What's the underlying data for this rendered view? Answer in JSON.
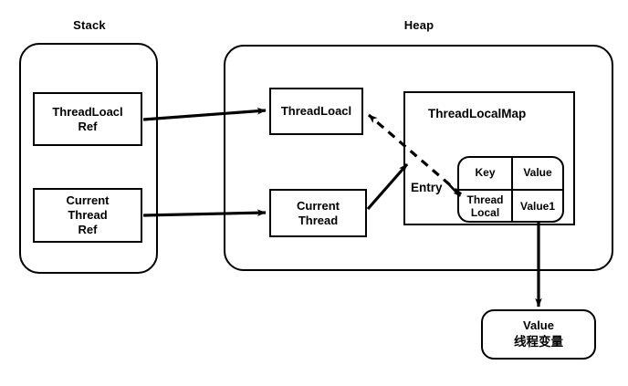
{
  "diagram": {
    "title_stack": "Stack",
    "title_heap": "Heap",
    "regions": {
      "stack_label": "Stack",
      "heap_label": "Heap"
    },
    "stack_boxes": [
      {
        "id": "threadlocal-ref",
        "line1": "ThreadLoacl",
        "line2": "Ref"
      },
      {
        "id": "current-thread-ref",
        "line1": "Current",
        "line2": "Thread",
        "line3": "Ref"
      }
    ],
    "heap_boxes": [
      {
        "id": "threadlocal-object",
        "line1": "ThreadLoacl"
      },
      {
        "id": "current-thread-object",
        "line1": "Current",
        "line2": "Thread"
      }
    ],
    "map": {
      "title": "ThreadLocalMap",
      "entry_label": "Entry",
      "table": {
        "headers": [
          "Key",
          "Value"
        ],
        "rows": [
          {
            "key_line1": "Thread",
            "key_line2": "Local",
            "value": "Value1"
          }
        ]
      }
    },
    "value_box": {
      "line1": "Value",
      "line2": "线程变量"
    },
    "edges": [
      {
        "from": "threadlocal-ref",
        "to": "threadlocal-object",
        "style": "solid"
      },
      {
        "from": "current-thread-ref",
        "to": "current-thread-object",
        "style": "solid"
      },
      {
        "from": "current-thread-object",
        "to": "threadlocalmap",
        "style": "solid"
      },
      {
        "from": "entry-key",
        "to": "threadlocal-object",
        "style": "dashed"
      },
      {
        "from": "entry-value1",
        "to": "value-box",
        "style": "solid"
      }
    ],
    "colors": {
      "stroke": "#000000",
      "background": "#ffffff",
      "text": "#000000"
    }
  }
}
